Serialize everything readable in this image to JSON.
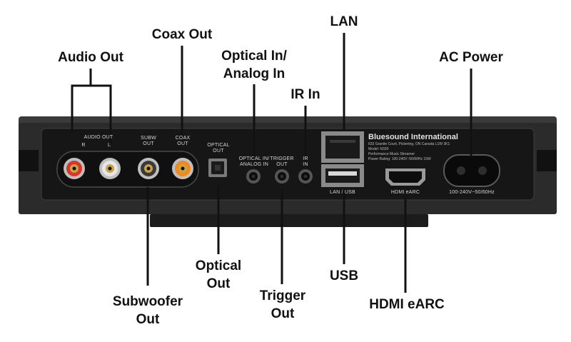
{
  "callouts": {
    "audio_out": "Audio Out",
    "coax_out": "Coax Out",
    "optical_analog_in_line1": "Optical In/",
    "optical_analog_in_line2": "Analog In",
    "ir_in": "IR In",
    "lan": "LAN",
    "ac_power": "AC Power",
    "subwoofer_out_line1": "Subwoofer",
    "subwoofer_out_line2": "Out",
    "optical_out_line1": "Optical",
    "optical_out_line2": "Out",
    "trigger_out_line1": "Trigger",
    "trigger_out_line2": "Out",
    "usb": "USB",
    "hdmi_earc": "HDMI eARC"
  },
  "panel_labels": {
    "audio_out": "AUDIO OUT",
    "r": "R",
    "l": "L",
    "subw_line1": "SUBW",
    "subw_line2": "OUT",
    "coax_line1": "COAX",
    "coax_line2": "OUT",
    "optical_line1": "OPTICAL",
    "optical_line2": "OUT",
    "optical_in_line1": "OPTICAL IN/",
    "optical_in_line2": "ANALOG IN",
    "trigger_line1": "TRIGGER",
    "trigger_line2": "OUT",
    "ir_line1": "IR",
    "ir_line2": "IN",
    "lan_usb": "LAN / USB",
    "hdmi_earc": "HDMI eARC",
    "power_rating": "100-240V~50/60Hz"
  },
  "brand": {
    "name": "Bluesound International",
    "address": "633 Granite Court, Pickering, ON Canada L1W 3K1",
    "model": "Model: N330",
    "description": "Performance Music Streamer",
    "power": "Power Rating: 100-240V~50/60Hz 15W"
  },
  "colors": {
    "chassis": "#2b2b2b",
    "panel": "#161616",
    "rca_red": "#d9362a",
    "rca_white": "#e6e6e6",
    "rca_black": "#3a3a3a",
    "rca_orange": "#ef8a1e",
    "gold": "#c9a24a"
  }
}
